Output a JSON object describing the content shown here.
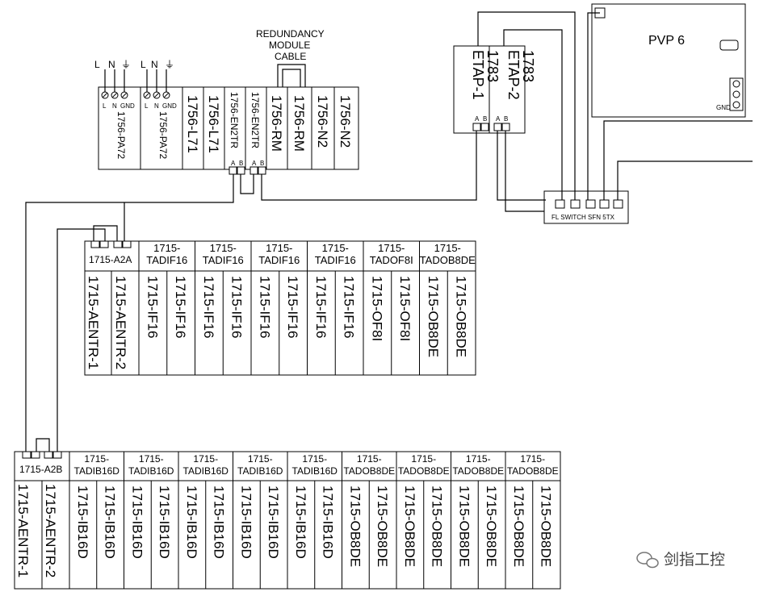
{
  "plc_rack": {
    "power_supplies": [
      {
        "terminals_top": [
          "L",
          "N",
          "⏚"
        ],
        "terminals_bottom": [
          "L",
          "N",
          "GND"
        ],
        "model": "1756-PA72"
      },
      {
        "terminals_top": [
          "L",
          "N",
          "⏚"
        ],
        "terminals_bottom": [
          "L",
          "N",
          "GND"
        ],
        "model": "1756-PA72"
      }
    ],
    "modules": [
      "1756-L71",
      "1756-L71",
      "1756-EN2TR",
      "1756-EN2TR",
      "1756-RM",
      "1756-RM",
      "1756-N2",
      "1756-N2"
    ],
    "port_labels": [
      "A",
      "B",
      "A",
      "B"
    ],
    "redundancy_cable": [
      "REDUNDANCY",
      "MODULE",
      "CABLE"
    ]
  },
  "etap": [
    {
      "line1": "1783",
      "line2": "ETAP-1"
    },
    {
      "line1": "1783",
      "line2": "ETAP-2"
    }
  ],
  "etap_ports": [
    "A",
    "B",
    "A",
    "B"
  ],
  "pvp": {
    "title": "PVP  6",
    "gnd_label": "GND"
  },
  "switch": {
    "label": "FL SWITCH SFN 5TX"
  },
  "flex_rack_a": {
    "adapter_label": "1715-A2A",
    "groups": [
      {
        "line1": "1715-",
        "line2": "TADIF16",
        "modules": [
          "1715-IF16",
          "1715-IF16"
        ]
      },
      {
        "line1": "1715-",
        "line2": "TADIF16",
        "modules": [
          "1715-IF16",
          "1715-IF16"
        ]
      },
      {
        "line1": "1715-",
        "line2": "TADIF16",
        "modules": [
          "1715-IF16",
          "1715-IF16"
        ]
      },
      {
        "line1": "1715-",
        "line2": "TADIF16",
        "modules": [
          "1715-IF16",
          "1715-IF16"
        ]
      },
      {
        "line1": "1715-",
        "line2": "TADOF8I",
        "modules": [
          "1715-OF8I",
          "1715-OF8I"
        ]
      },
      {
        "line1": "1715-",
        "line2": "TADOB8DE",
        "modules": [
          "1715-OB8DE",
          "1715-OB8DE"
        ]
      }
    ],
    "adapters": [
      "1715-AENTR-1",
      "1715-AENTR-2"
    ]
  },
  "flex_rack_b": {
    "adapter_label": "1715-A2B",
    "groups": [
      {
        "line1": "1715-",
        "line2": "TADIB16D",
        "modules": [
          "1715-IB16D",
          "1715-IB16D"
        ]
      },
      {
        "line1": "1715-",
        "line2": "TADIB16D",
        "modules": [
          "1715-IB16D",
          "1715-IB16D"
        ]
      },
      {
        "line1": "1715-",
        "line2": "TADIB16D",
        "modules": [
          "1715-IB16D",
          "1715-IB16D"
        ]
      },
      {
        "line1": "1715-",
        "line2": "TADIB16D",
        "modules": [
          "1715-IB16D",
          "1715-IB16D"
        ]
      },
      {
        "line1": "1715-",
        "line2": "TADIB16D",
        "modules": [
          "1715-IB16D",
          "1715-IB16D"
        ]
      },
      {
        "line1": "1715-",
        "line2": "TADOB8DE",
        "modules": [
          "1715-OB8DE",
          "1715-OB8DE"
        ]
      },
      {
        "line1": "1715-",
        "line2": "TADOB8DE",
        "modules": [
          "1715-OB8DE",
          "1715-OB8DE"
        ]
      },
      {
        "line1": "1715-",
        "line2": "TADOB8DE",
        "modules": [
          "1715-OB8DE",
          "1715-OB8DE"
        ]
      },
      {
        "line1": "1715-",
        "line2": "TADOB8DE",
        "modules": [
          "1715-OB8DE",
          "1715-OB8DE"
        ]
      }
    ],
    "adapters": [
      "1715-AENTR-1",
      "1715-AENTR-2"
    ]
  },
  "watermark": "剑指工控"
}
